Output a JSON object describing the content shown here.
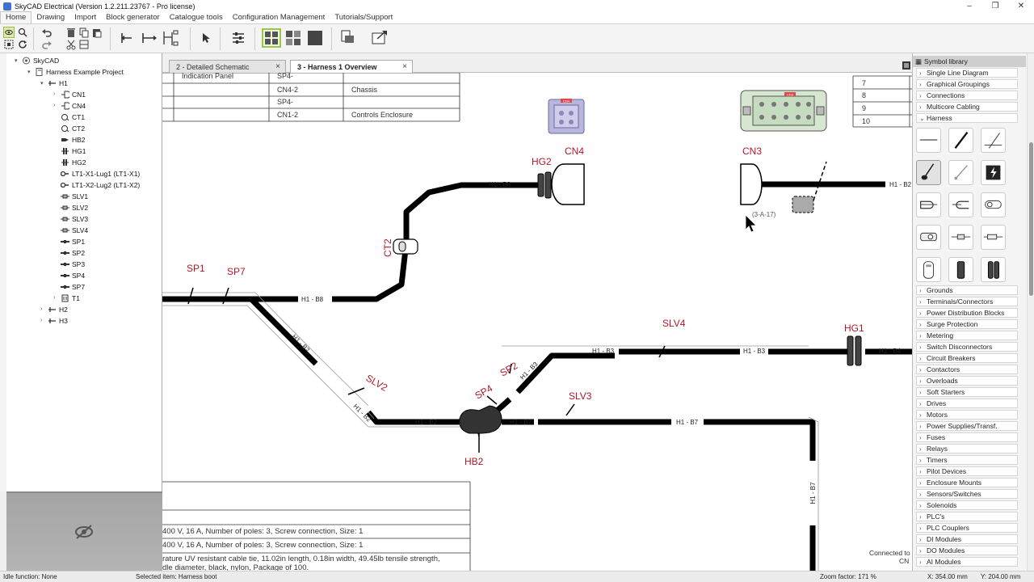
{
  "window": {
    "title": "SkyCAD Electrical (Version 1.2.211.23767 - Pro license)"
  },
  "menu": [
    "Home",
    "Drawing",
    "Import",
    "Block generator",
    "Catalogue tools",
    "Configuration Management",
    "Tutorials/Support"
  ],
  "tree": {
    "root": "SkyCAD",
    "project": "Harness Example Project",
    "h1": "H1",
    "children": [
      "CN1",
      "CN4",
      "CT1",
      "CT2",
      "HB2",
      "HG1",
      "HG2",
      "LT1-X1-Lug1 (LT1-X1)",
      "LT1-X2-Lug2 (LT1-X2)",
      "SLV1",
      "SLV2",
      "SLV3",
      "SLV4",
      "SP1",
      "SP2",
      "SP3",
      "SP4",
      "SP7",
      "T1"
    ],
    "siblings": [
      "H2",
      "H3"
    ]
  },
  "tabs": [
    {
      "label": "2 - Detailed Schematic",
      "close": "×"
    },
    {
      "label": "3 - Harness 1 Overview",
      "close": "×"
    }
  ],
  "drawing": {
    "top_table": [
      [
        "",
        "Indication Panel",
        "SP4-",
        ""
      ],
      [
        "",
        "",
        "CN4-2",
        "Chassis"
      ],
      [
        "",
        "",
        "SP4-",
        ""
      ],
      [
        "",
        "",
        "CN1-2",
        "Controls Enclosure"
      ]
    ],
    "pin_table": [
      "7",
      "8",
      "9",
      "10"
    ],
    "component_labels": {
      "cn4": "CN4",
      "hg2": "HG2",
      "cn3": "CN3",
      "ct2": "CT2",
      "sp1": "SP1",
      "sp7": "SP7",
      "slv2": "SLV2",
      "slv3": "SLV3",
      "slv4": "SLV4",
      "sp4": "SP4",
      "sp2": "SP2",
      "hb2": "HB2",
      "hg1": "HG1"
    },
    "connector_tags": {
      "cn4": "CN4",
      "cn3": "CN3"
    },
    "bundle_labels": {
      "b8_top": "H1 - B8",
      "b2_right": "H1 - B2",
      "b8_left": "H1 - B8",
      "b2_diag": "H1 - B2",
      "b2_diag2": "H1 - B2",
      "b2_bottom": "H1 - B2",
      "b7a": "H1 - B7",
      "b7b": "H1 - B7",
      "b3_diag": "H1 - B3",
      "b3a": "H1 - B3",
      "b3b": "H1 - B3",
      "b4": "H1 - B4",
      "b7_vert": "H1 - B7"
    },
    "ref_tag": "(3-A-17)",
    "bom_rows": [
      "400 V, 16 A, Number of poles: 3, Screw connection, Size: 1",
      "400 V, 16 A, Number of poles: 3, Screw connection, Size: 1",
      "rature UV resistant cable tie, 11.02in length, 0.18in width, 49.45lb tensile strength,",
      "dle diameter, black, nylon, Package of 100."
    ],
    "connected_note": [
      "Connected to",
      "CN"
    ]
  },
  "library": {
    "title": "Symbol library",
    "categories_top": [
      "Single Line Diagram",
      "Graphical Groupings",
      "Connections",
      "Multicore Cabling",
      "Harness"
    ],
    "categories_bottom": [
      "Grounds",
      "Terminals/Connectors",
      "Power Distribution Blocks",
      "Surge Protection",
      "Metering",
      "Switch Disconnectors",
      "Circuit Breakers",
      "Contactors",
      "Overloads",
      "Soft Starters",
      "Drives",
      "Motors",
      "Power Supplies/Transf.",
      "Fuses",
      "Relays",
      "Timers",
      "Pilot Devices",
      "Enclosure Mounts",
      "Sensors/Switches",
      "Solenoids",
      "PLC's",
      "PLC Couplers",
      "DI Modules",
      "DO Modules",
      "AI Modules"
    ]
  },
  "status": {
    "idle": "Idle function: None",
    "selected": "Selected item: Harness boot",
    "zoom": "Zoom factor: 171 %",
    "x": "X: 354.00 mm",
    "y": "Y: 204.00 mm"
  },
  "colors": {
    "label_red": "#b0182a",
    "bundle": "#000000",
    "accent_green": "#7fb62b"
  }
}
